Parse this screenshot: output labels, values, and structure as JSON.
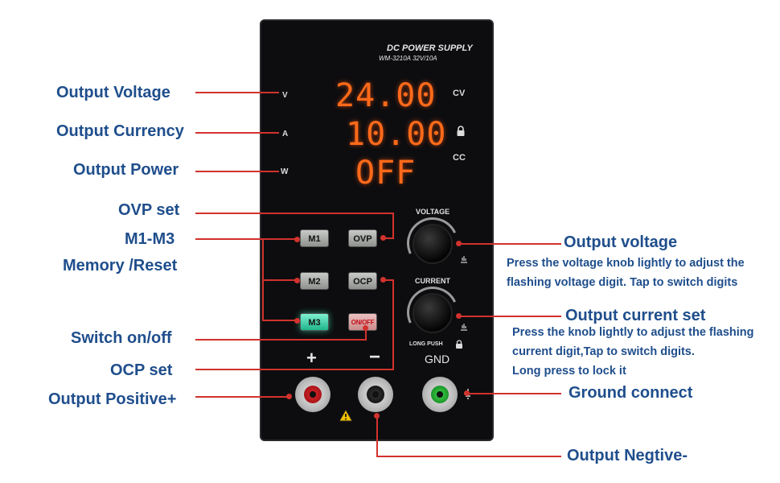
{
  "device": {
    "brand_title": "DC POWER SUPPLY",
    "model": "WM-3210A  32V/10A",
    "units": {
      "v": "V",
      "a": "A",
      "w": "W"
    },
    "display": {
      "voltage": "24.00",
      "current": "10.00",
      "power": "OFF"
    },
    "mode_labels": {
      "cv": "CV",
      "cc": "CC"
    },
    "buttons": {
      "m1": "M1",
      "m2": "M2",
      "m3": "M3",
      "ovp": "OVP",
      "ocp": "OCP",
      "onoff": "ON/OFF"
    },
    "knobs": {
      "voltage": "VOLTAGE",
      "current": "CURRENT",
      "long_push": "LONG PUSH"
    },
    "terminals": {
      "plus": "+",
      "minus": "−",
      "gnd": "GND"
    }
  },
  "left_labels": {
    "output_voltage": "Output Voltage",
    "output_currency": "Output Currency",
    "output_power": "Output Power",
    "ovp_set": "OVP set",
    "m1_m3": "M1-M3",
    "memory_reset": "Memory /Reset",
    "switch_onoff": "Switch on/off",
    "ocp_set": "OCP set",
    "output_positive": "Output Positive+"
  },
  "right_labels": {
    "output_voltage": "Output voltage",
    "voltage_desc_1": "Press the voltage knob lightly to adjust the",
    "voltage_desc_2": "flashing voltage digit. Tap to switch digits",
    "output_current_set": "Output current set",
    "current_desc_1": "Press the knob lightly to adjust the flashing",
    "current_desc_2": "current digit,Tap to switch digits.",
    "current_desc_3": "Long press to lock it",
    "ground_connect": "Ground connect",
    "output_negative": "Output Negtive-"
  },
  "colors": {
    "callout_line": "#d2322d",
    "label_text": "#1f4e8c",
    "display_digits": "#ff6a1a"
  }
}
